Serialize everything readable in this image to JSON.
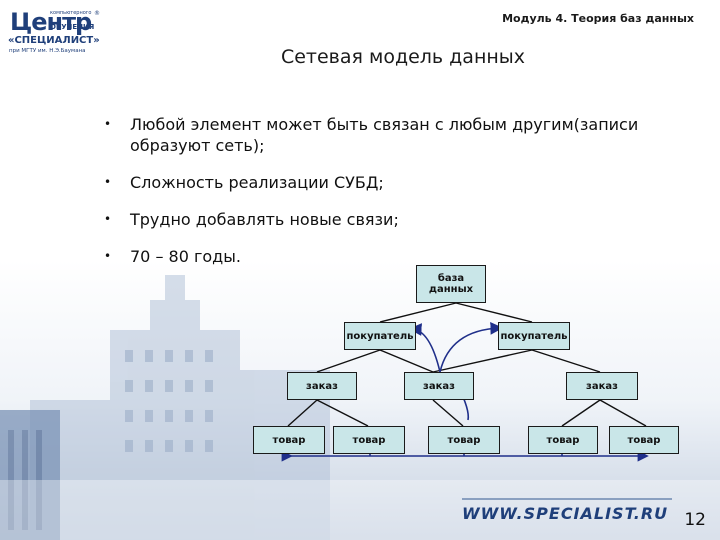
{
  "header": {
    "logo": {
      "top_small": "компьютерного",
      "big": "Центр",
      "obuch": "ОБУЧЕНИЯ",
      "spec": "«СПЕЦИАЛИСТ»",
      "mgtu": "при МГТУ им. Н.Э.Баумана",
      "reg": "®"
    },
    "module": "Модуль 4. Теория баз данных"
  },
  "slide": {
    "title": "Сетевая модель данных",
    "bullets": [
      "Любой элемент может быть связан с любым другим(записи образуют сеть);",
      "Сложность реализации СУБД;",
      "Трудно добавлять новые связи;",
      "70 – 80 годы."
    ]
  },
  "diagram": {
    "root": "база данных",
    "level1": [
      "покупатель",
      "покупатель"
    ],
    "level2": [
      "заказ",
      "заказ",
      "заказ"
    ],
    "level3": [
      "товар",
      "товар",
      "товар",
      "товар",
      "товар"
    ]
  },
  "footer": {
    "url": "WWW.SPECIALIST.RU",
    "page": "12"
  }
}
